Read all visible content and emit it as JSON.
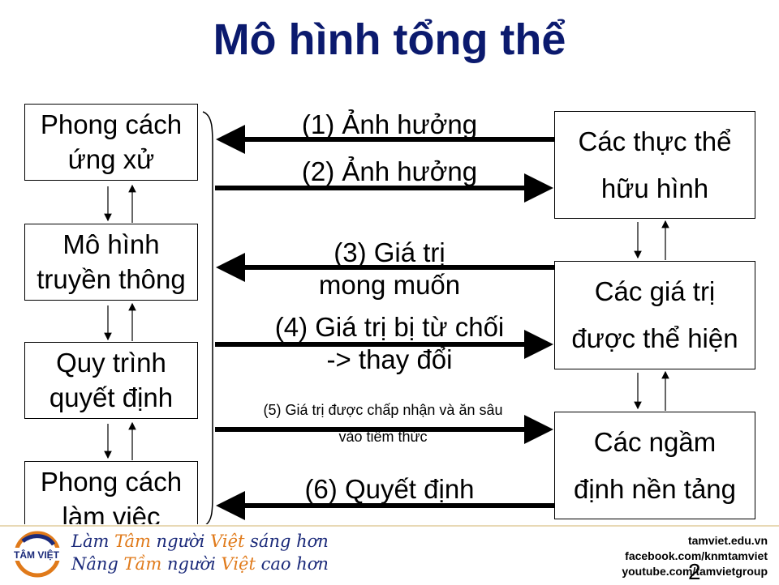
{
  "title": "Mô hình tổng thể",
  "left_boxes": [
    {
      "line1": "Phong cách",
      "line2": "ứng xử"
    },
    {
      "line1": "Mô hình",
      "line2": "truyền thông"
    },
    {
      "line1": "Quy trình",
      "line2": "quyết định"
    },
    {
      "line1": "Phong cách",
      "line2": "làm việc"
    }
  ],
  "right_boxes": [
    {
      "line1": "Các thực thể",
      "line2": "hữu hình"
    },
    {
      "line1": "Các giá trị",
      "line2": "được thể hiện"
    },
    {
      "line1": "Các ngầm",
      "line2": "định nền tảng"
    }
  ],
  "arrows": [
    {
      "label_line1": "(1) Ảnh hưởng",
      "label_line2": "",
      "direction": "left"
    },
    {
      "label_line1": "(2) Ảnh hưởng",
      "label_line2": "",
      "direction": "right"
    },
    {
      "label_line1": "(3) Giá trị",
      "label_line2": "mong muốn",
      "direction": "left"
    },
    {
      "label_line1": "(4) Giá trị bị từ chối",
      "label_line2": "-> thay đổi",
      "direction": "right"
    },
    {
      "label_line1": "(5) Giá trị được chấp nhận và ăn sâu",
      "label_line2": "vào tiềm thức",
      "direction": "right"
    },
    {
      "label_line1": "(6) Quyết định",
      "label_line2": "",
      "direction": "left"
    }
  ],
  "footer": {
    "logo_text": "TÂM VIỆT",
    "slogan1_a": "Làm ",
    "slogan1_b": "Tâm",
    "slogan1_c": " người ",
    "slogan1_d": "Việt",
    "slogan1_e": " sáng hơn",
    "slogan2_a": "Nâng ",
    "slogan2_b": "Tầm",
    "slogan2_c": " người ",
    "slogan2_d": "Việt",
    "slogan2_e": " cao hơn",
    "website": "tamviet.edu.vn",
    "facebook": "facebook.com/knmtamviet",
    "youtube": "youtube.com/tamvietgroup",
    "page_number": "2"
  },
  "colors": {
    "title": "#0b1a6e",
    "arrow": "#000000",
    "slogan_blue": "#1b2a7a",
    "slogan_orange": "#e07a1a"
  }
}
